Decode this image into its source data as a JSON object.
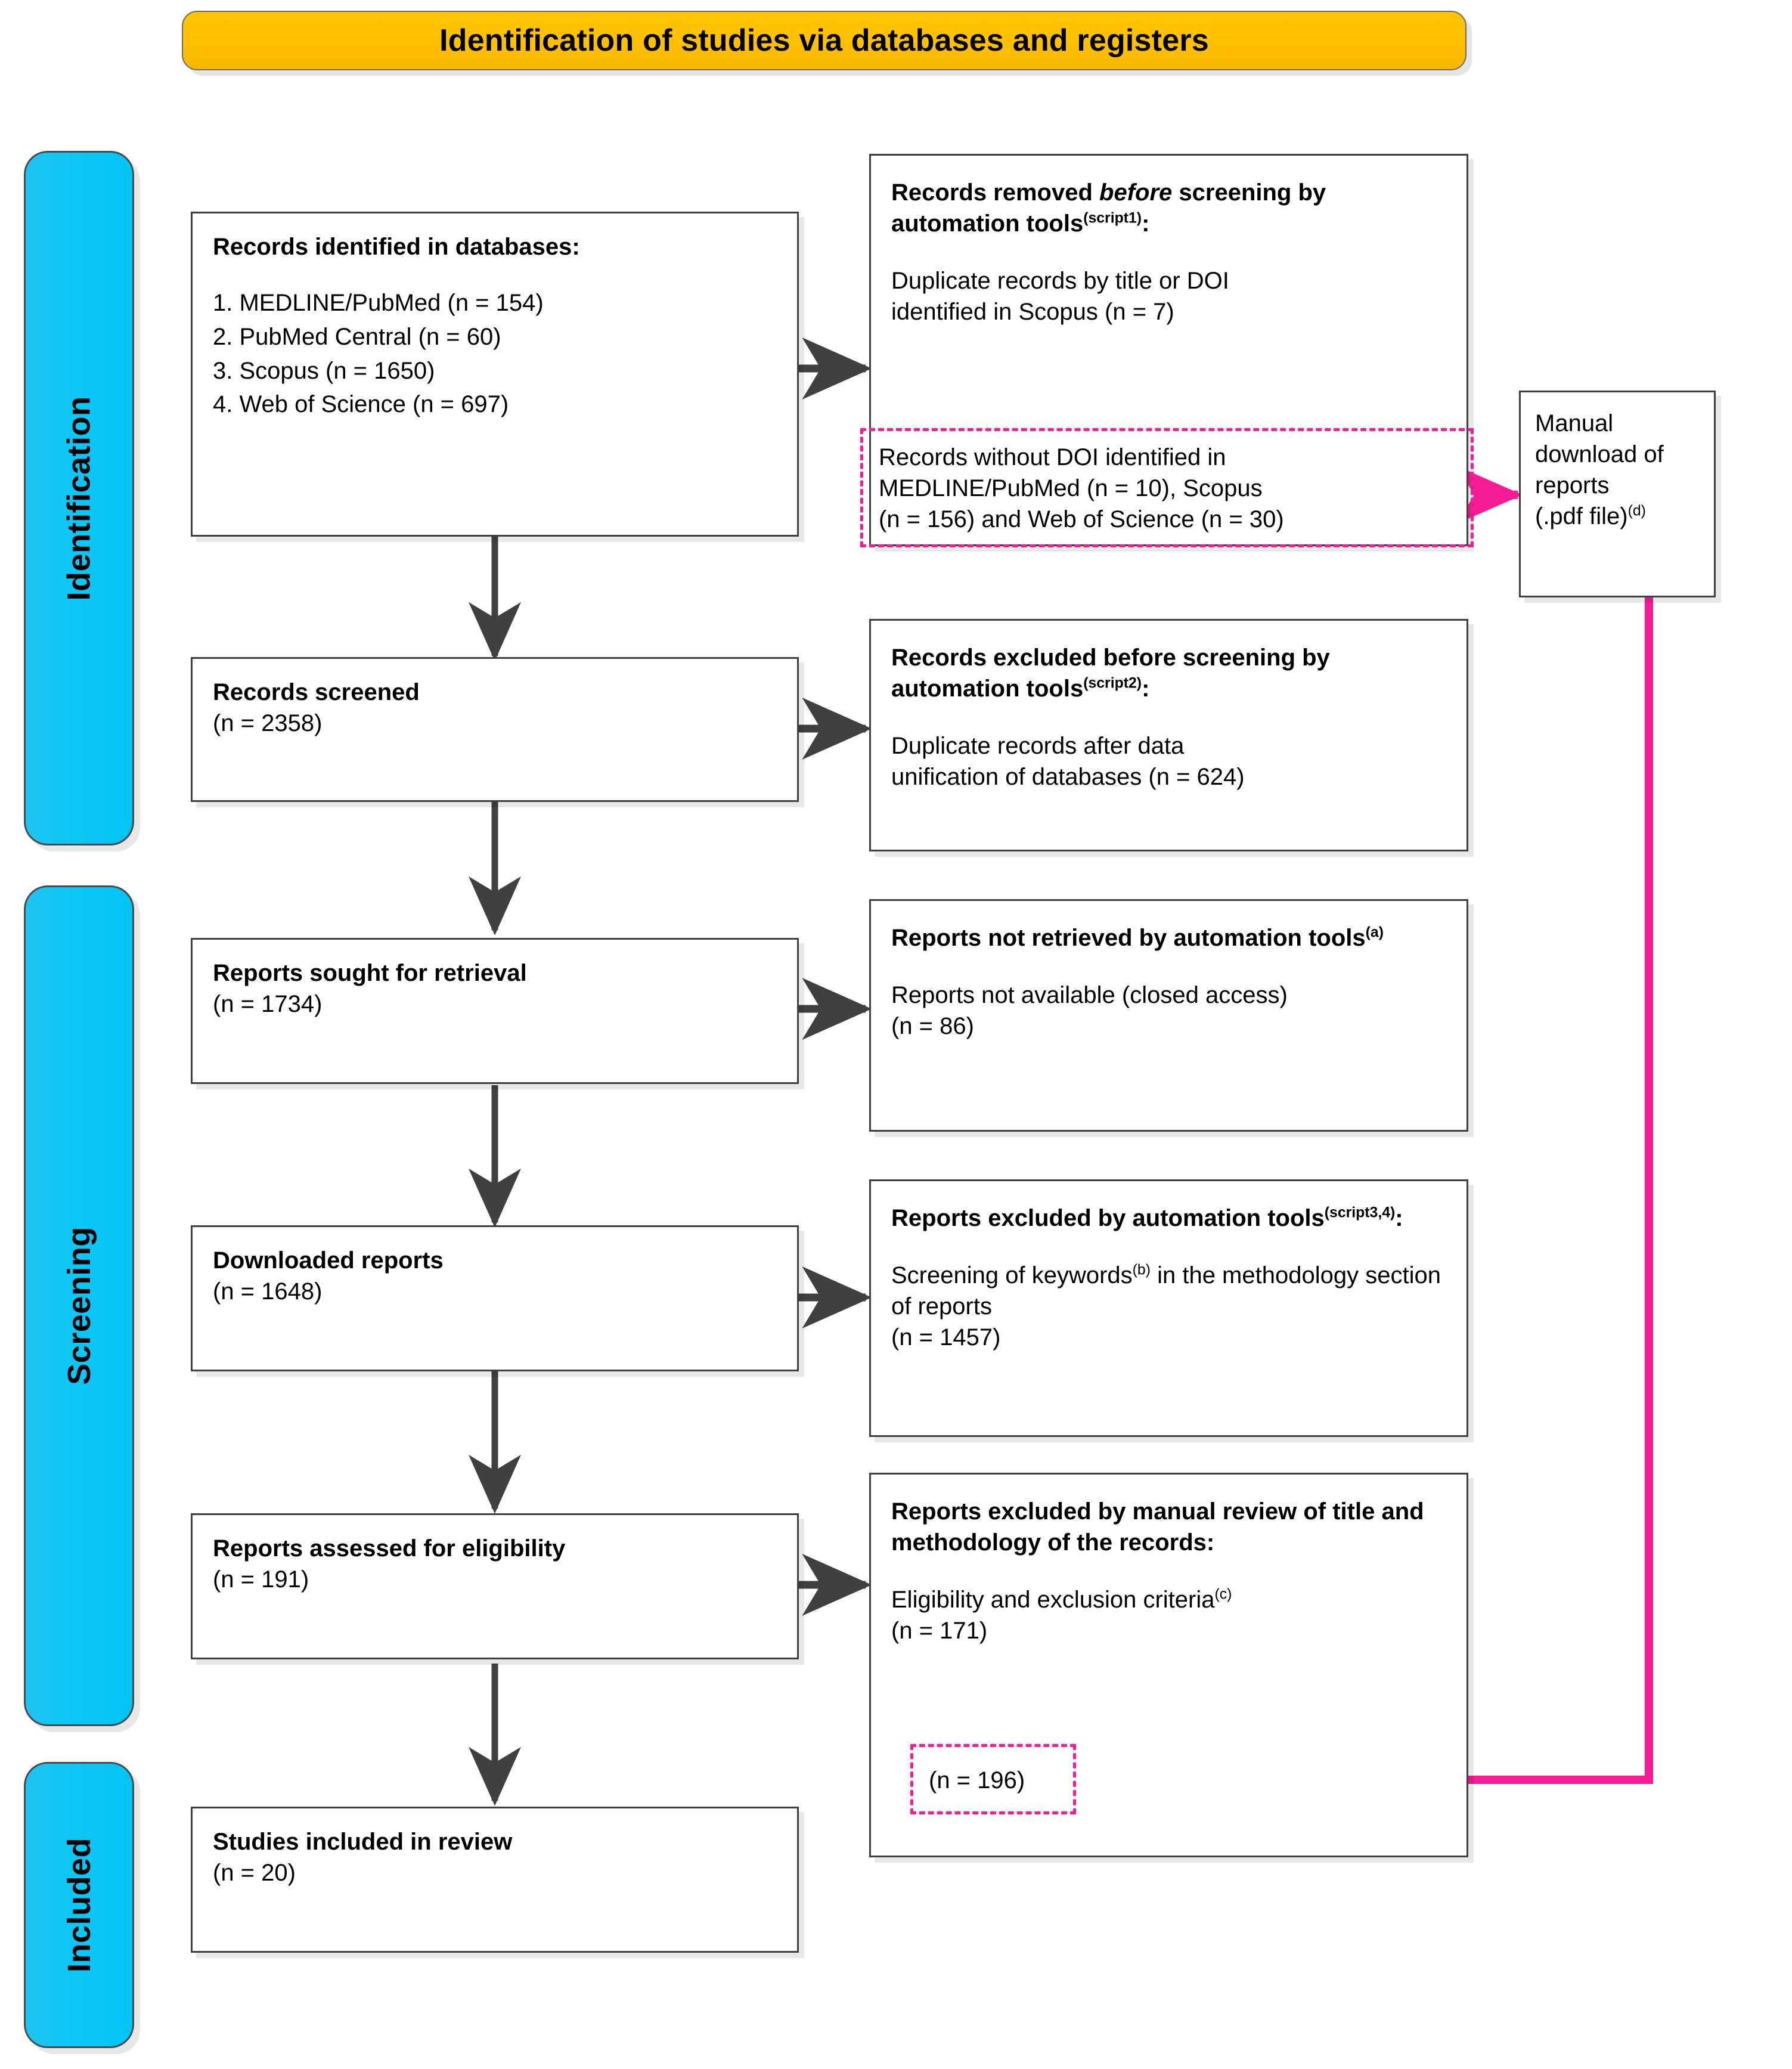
{
  "banner": {
    "title": "Identification of studies via databases and registers"
  },
  "stages": [
    {
      "key": "identification",
      "label": "Identification"
    },
    {
      "key": "screening",
      "label": "Screening"
    },
    {
      "key": "included",
      "label": "Included"
    }
  ],
  "colors": {
    "banner_fill": "#FFC000",
    "stage_fill": "#00C4F5",
    "box_border": "#3F3F3F",
    "arrow": "#404040",
    "highlight_pink": "#F51C96"
  },
  "boxes": {
    "identified": {
      "heading": "Records identified in databases:",
      "items": [
        "1. MEDLINE/PubMed (n = 154)",
        "2. PubMed Central (n = 60)",
        "3. Scopus (n = 1650)",
        "4. Web of Science (n = 697)"
      ]
    },
    "removed_before_screening": {
      "heading_pre": "Records removed ",
      "heading_em": "before",
      "heading_post": " screening by automation tools",
      "heading_sup": "(script1)",
      "heading_end": ":",
      "body_line1": "Duplicate records by title or DOI",
      "body_line2": "identified in Scopus (n = 7)",
      "dashed": {
        "line1": "Records without DOI identified in",
        "line2": "MEDLINE/PubMed (n = 10), Scopus",
        "line3": "(n = 156) and Web of Science (n = 30)"
      }
    },
    "manual_download": {
      "line1": "Manual",
      "line2": "download of",
      "line3": "reports",
      "line4": "(.pdf file)",
      "line4_sup": "(d)"
    },
    "records_screened": {
      "heading": "Records screened",
      "count": "(n = 2358)"
    },
    "excluded_before_screening": {
      "heading_pre": "Records excluded before screening by automation tools",
      "heading_sup": "(script2)",
      "heading_end": ":",
      "body_line1": "Duplicate records after data",
      "body_line2": "unification of databases (n = 624)"
    },
    "sought_retrieval": {
      "heading": "Reports sought for retrieval",
      "count": "(n = 1734)"
    },
    "not_retrieved": {
      "heading_pre": "Reports not retrieved by automation tools",
      "heading_sup": "(a)",
      "body_line1": "Reports not available (closed access)",
      "body_line2": "(n = 86)"
    },
    "downloaded_reports": {
      "heading": "Downloaded reports",
      "count": "(n = 1648)"
    },
    "excluded_automation": {
      "heading_pre": "Reports excluded by automation tools",
      "heading_sup": "(script3,4)",
      "heading_end": ":",
      "body_pre": "Screening of keywords",
      "body_sup": "(b)",
      "body_post": " in the methodology section of reports",
      "body_count": "(n = 1457)"
    },
    "assessed_eligibility": {
      "heading": "Reports assessed for eligibility",
      "count": "(n = 191)"
    },
    "excluded_manual": {
      "heading": "Reports excluded by manual review of title and methodology of the records:",
      "body_pre": "Eligibility and exclusion criteria",
      "body_sup": "(c)",
      "body_count": "(n = 171)",
      "dashed_count": "(n = 196)"
    },
    "studies_included": {
      "heading": "Studies included in review",
      "count": "(n = 20)"
    }
  }
}
